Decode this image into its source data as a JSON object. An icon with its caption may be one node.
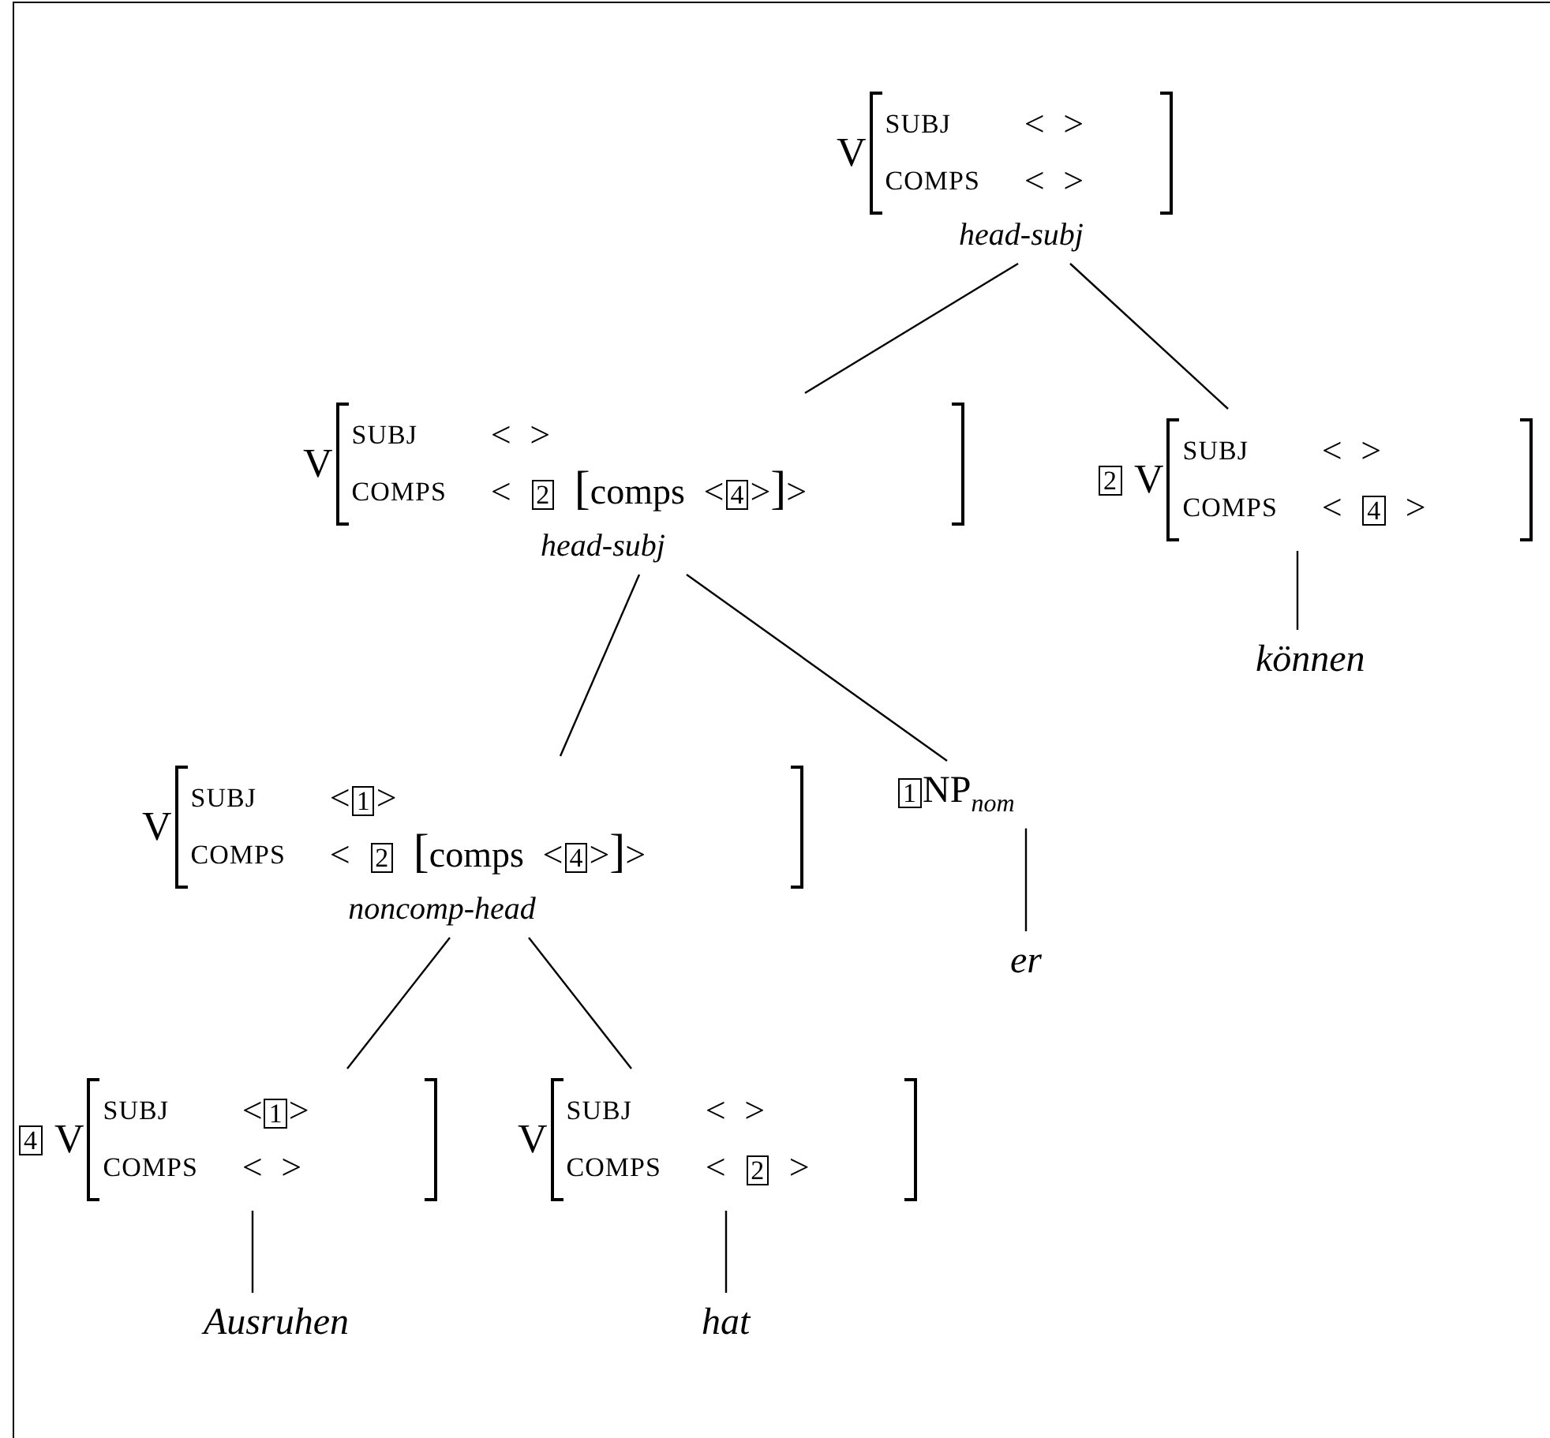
{
  "diagram": {
    "nodes": [
      {
        "text": [
          "V",
          "SUBJ",
          "< >",
          "COMPS",
          "< >"
        ],
        "beside": [
          "head-subj"
        ]
      },
      {
        "text": [
          "V",
          "SUBJ",
          "< >",
          "COMPS",
          "< 2 [comps <4>]>"
        ],
        "beside": [
          "head-subj"
        ]
      },
      {
        "text": [
          "2",
          "V",
          "SUBJ",
          "< >",
          "COMPS",
          "< 4 >"
        ]
      },
      {
        "text": [
          "können"
        ]
      },
      {
        "text": [
          "V",
          "SUBJ",
          "<1>",
          "COMPS",
          "< 2 [comps <4>]>"
        ],
        "beside": [
          "noncomp-head"
        ]
      },
      {
        "text": [
          "1NP$_{nom}$"
        ]
      },
      {
        "text": [
          "er"
        ]
      },
      {
        "text": [
          "4",
          "V",
          "SUBJ",
          "<1>",
          "COMPS",
          "< >"
        ]
      },
      {
        "text": [
          "Ausruhen"
        ]
      },
      {
        "text": [
          "V",
          "SUBJ",
          "< >",
          "COMPS",
          "< 2 >"
        ]
      },
      {
        "text": [
          "hat"
        ]
      }
    ],
    "edges": [
      {
        "from": 0,
        "to": 1,
        "arrow": "none"
      },
      {
        "from": 0,
        "to": 2,
        "arrow": "none"
      },
      {
        "from": 2,
        "to": 3,
        "arrow": "none"
      },
      {
        "from": 1,
        "to": 4,
        "arrow": "none"
      },
      {
        "from": 1,
        "to": 5,
        "arrow": "none"
      },
      {
        "from": 5,
        "to": 6,
        "arrow": "none"
      },
      {
        "from": 4,
        "to": 7,
        "arrow": "none"
      },
      {
        "from": 4,
        "to": 9,
        "arrow": "none"
      },
      {
        "from": 7,
        "to": 8,
        "arrow": "none"
      },
      {
        "from": 9,
        "to": 10,
        "arrow": "none"
      }
    ]
  }
}
